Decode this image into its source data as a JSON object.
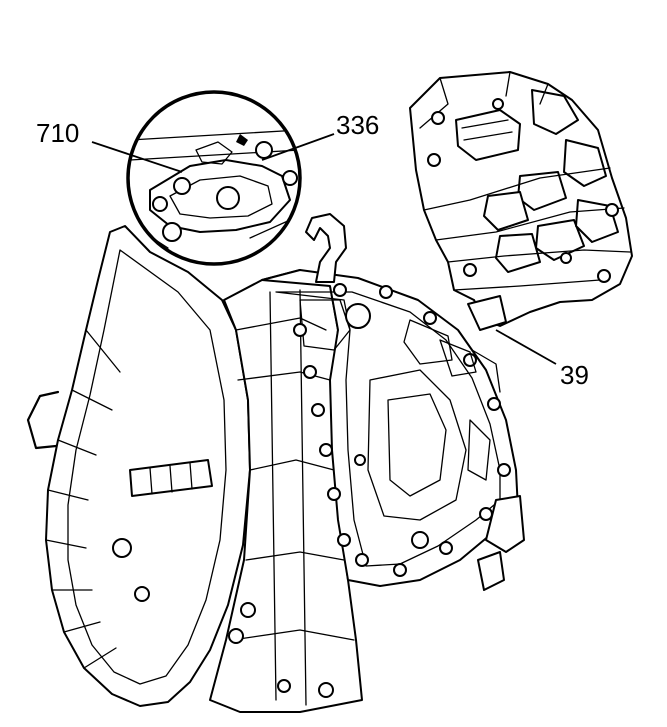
{
  "callouts": {
    "label_710": "710",
    "label_336": "336",
    "label_39": "39"
  },
  "colors": {
    "ink": "#000000",
    "paper": "#ffffff"
  }
}
